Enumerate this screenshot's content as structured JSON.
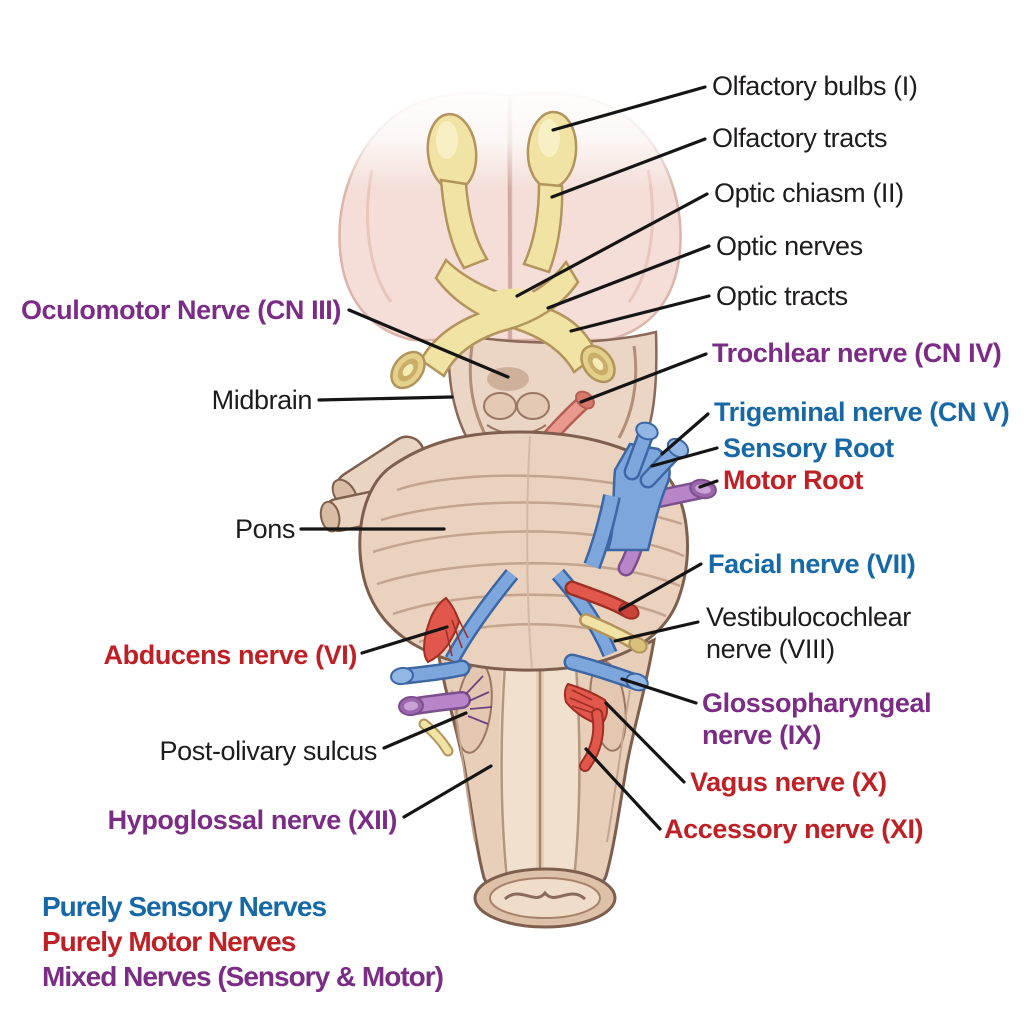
{
  "figure": {
    "kind": "labeled anatomical diagram",
    "subject_shown": "Brainstem (ventral view) with cranial nerves"
  },
  "labels": {
    "olfactory_bulbs": {
      "text": "Olfactory bulbs (I)",
      "color": "black"
    },
    "olfactory_tracts": {
      "text": "Olfactory tracts",
      "color": "black"
    },
    "optic_chiasm": {
      "text": "Optic chiasm (II)",
      "color": "black"
    },
    "optic_nerves": {
      "text": "Optic nerves",
      "color": "black"
    },
    "optic_tracts": {
      "text": "Optic tracts",
      "color": "black"
    },
    "trochlear": {
      "text": "Trochlear nerve (CN IV)",
      "color": "purple"
    },
    "trigeminal": {
      "text": "Trigeminal nerve (CN V)",
      "color": "blue"
    },
    "sensory_root": {
      "text": "Sensory Root",
      "color": "blue"
    },
    "motor_root": {
      "text": "Motor Root",
      "color": "red"
    },
    "facial": {
      "text": "Facial nerve (VII)",
      "color": "blue"
    },
    "vestibulocochlear": {
      "text": "Vestibulocochlear\nnerve (VIII)",
      "color": "black"
    },
    "glossopharyngeal": {
      "text": "Glossopharyngeal\nnerve (IX)",
      "color": "purple"
    },
    "vagus": {
      "text": "Vagus nerve (X)",
      "color": "red"
    },
    "accessory": {
      "text": "Accessory nerve (XI)",
      "color": "red"
    },
    "oculomotor": {
      "text": "Oculomotor Nerve (CN III)",
      "color": "purple"
    },
    "midbrain": {
      "text": "Midbrain",
      "color": "black"
    },
    "pons": {
      "text": "Pons",
      "color": "black"
    },
    "abducens": {
      "text": "Abducens nerve (VI)",
      "color": "red"
    },
    "post_olivary": {
      "text": "Post-olivary sulcus",
      "color": "black"
    },
    "hypoglossal": {
      "text": "Hypoglossal nerve (XII)",
      "color": "purple"
    }
  },
  "legend": {
    "sensory": {
      "text": "Purely Sensory Nerves",
      "color": "blue"
    },
    "motor": {
      "text": "Purely Motor Nerves",
      "color": "red"
    },
    "mixed": {
      "text": "Mixed Nerves (Sensory & Motor)",
      "color": "purple"
    }
  },
  "colors": {
    "label_blue": "#1768a6",
    "label_red": "#be2026",
    "label_purple": "#7b2c85",
    "label_black": "#1e1c1c",
    "nerve_sensory_blue": "#7da7dc",
    "nerve_motor_red": "#e2574b",
    "nerve_mixed_purple": "#b886c8",
    "nerve_trochlear_salmon": "#e9998d",
    "structure_yellow": "#f1e3a3",
    "brain_tan": "#e9d3c1",
    "frontal_pink": "#f4ded7",
    "leader_line": "#151515"
  }
}
